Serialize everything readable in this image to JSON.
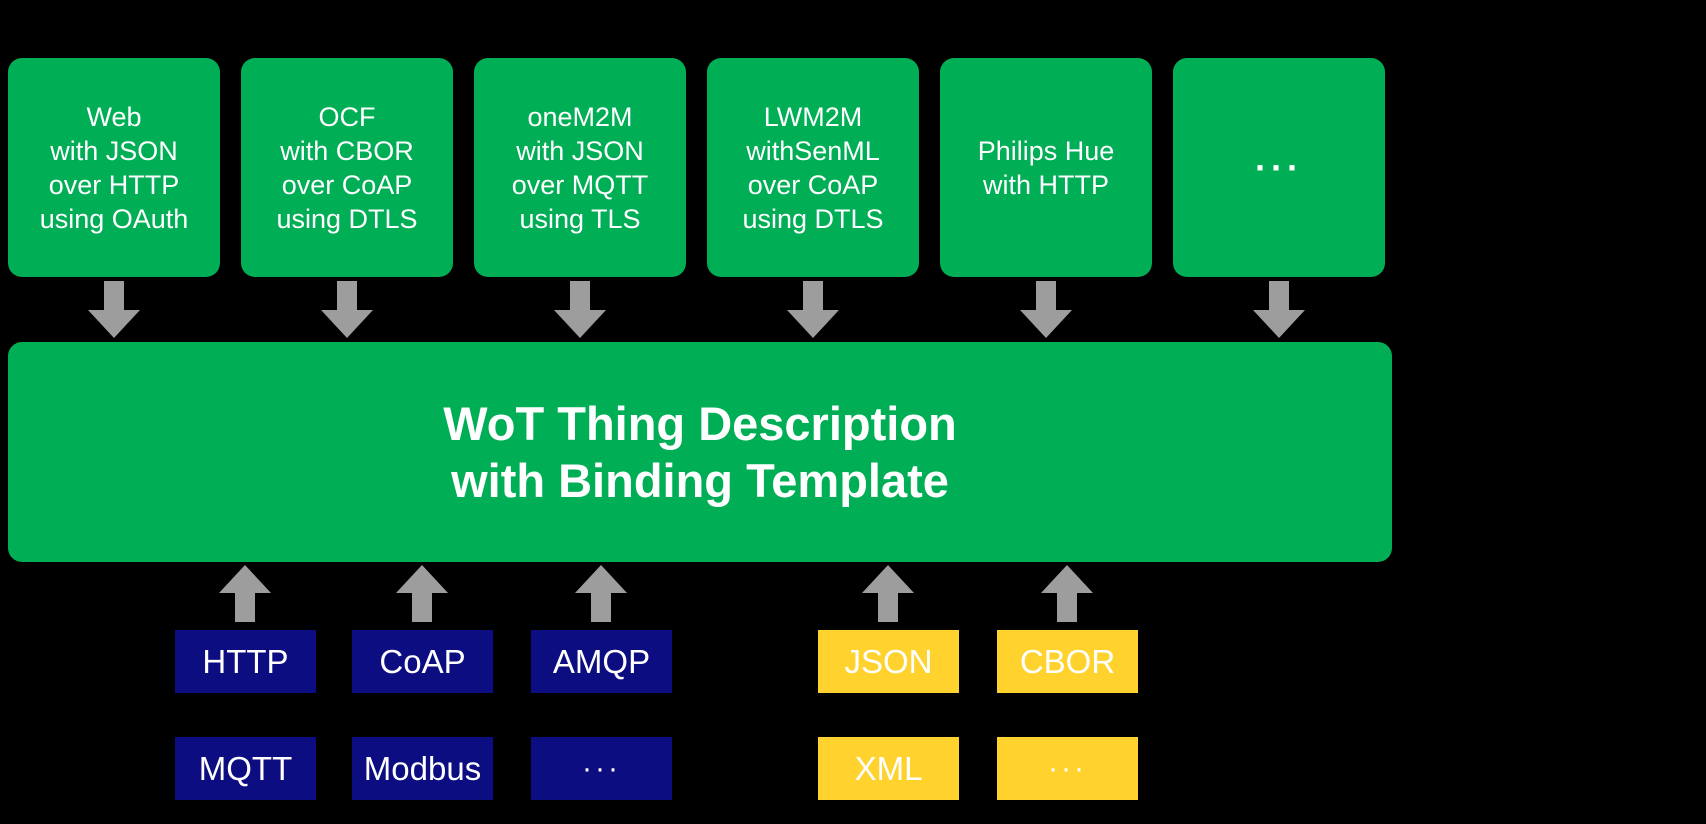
{
  "colors": {
    "background": "#000000",
    "box_green": "#00AE56",
    "box_navy": "#0D0D82",
    "box_yellow": "#FFD22E",
    "arrow_gray": "#9D9D9D",
    "text_white": "#FFFFFF"
  },
  "top_boxes": [
    {
      "lines": [
        "Web",
        "with JSON",
        "over HTTP",
        "using OAuth"
      ]
    },
    {
      "lines": [
        "OCF",
        "with CBOR",
        "over CoAP",
        "using DTLS"
      ]
    },
    {
      "lines": [
        "oneM2M",
        "with JSON",
        "over MQTT",
        "using TLS"
      ]
    },
    {
      "lines": [
        "LWM2M",
        "withSenML",
        "over CoAP",
        "using DTLS"
      ]
    },
    {
      "lines": [
        "Philips Hue",
        "with HTTP"
      ]
    },
    {
      "lines": [
        "···"
      ]
    }
  ],
  "center_box": {
    "lines": [
      "WoT Thing Description",
      "with Binding Template"
    ]
  },
  "bottom_left_group": {
    "rows": [
      [
        "HTTP",
        "CoAP",
        "AMQP"
      ],
      [
        "MQTT",
        "Modbus",
        "···"
      ]
    ]
  },
  "bottom_right_group": {
    "rows": [
      [
        "JSON",
        "CBOR"
      ],
      [
        "XML",
        "···"
      ]
    ]
  }
}
